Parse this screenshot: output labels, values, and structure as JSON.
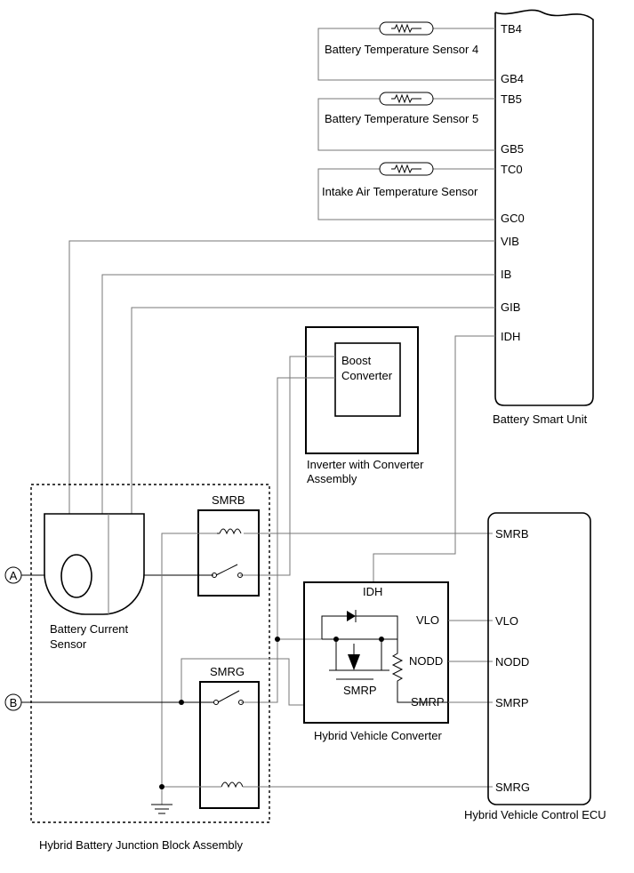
{
  "battery_smart_unit": {
    "label": "Battery Smart Unit",
    "pins": {
      "tb4": "TB4",
      "gb4": "GB4",
      "tb5": "TB5",
      "gb5": "GB5",
      "tc0": "TC0",
      "gc0": "GC0",
      "vib": "VIB",
      "ib": "IB",
      "gib": "GIB",
      "idh": "IDH"
    }
  },
  "sensors": {
    "temp4": "Battery Temperature Sensor 4",
    "temp5": "Battery Temperature Sensor 5",
    "intake": "Intake Air Temperature Sensor"
  },
  "inverter": {
    "boost_line1": "Boost",
    "boost_line2": "Converter",
    "label_line1": "Inverter with Converter",
    "label_line2": "Assembly"
  },
  "junction_block": {
    "label": "Hybrid Battery Junction Block Assembly",
    "smrb": "SMRB",
    "smrg": "SMRG",
    "current_sensor_line1": "Battery Current",
    "current_sensor_line2": "Sensor",
    "conn_a": "A",
    "conn_b": "B"
  },
  "hv_converter": {
    "label": "Hybrid Vehicle Converter",
    "idh": "IDH",
    "vlo": "VLO",
    "nodd": "NODD",
    "smrp": "SMRP",
    "smrp_inner": "SMRP"
  },
  "ecu": {
    "label": "Hybrid Vehicle Control ECU",
    "pins": {
      "smrb": "SMRB",
      "vlo": "VLO",
      "nodd": "NODD",
      "smrp": "SMRP",
      "smrg": "SMRG"
    }
  }
}
